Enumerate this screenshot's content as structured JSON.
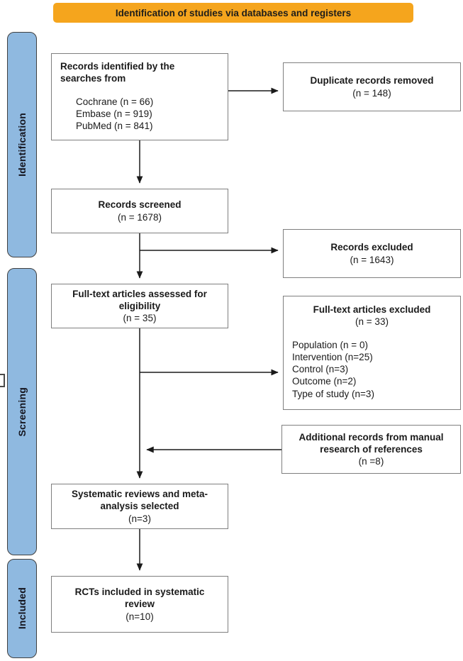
{
  "header": {
    "title": "Identification of studies via databases and registers"
  },
  "stages": {
    "identification": "Identification",
    "screening": "Screening",
    "included": "Included"
  },
  "colors": {
    "header_bg": "#F5A51D",
    "stage_bg": "#8FB9E0",
    "box_border": "#7f7f7f",
    "arrow": "#1a1a1a"
  },
  "boxes": {
    "records_identified": {
      "title": "Records identified by the searches from",
      "items": [
        "Cochrane (n = 66)",
        "Embase (n = 919)",
        "PubMed (n = 841)"
      ]
    },
    "duplicates_removed": {
      "title": "Duplicate records removed",
      "count": "(n = 148)"
    },
    "records_screened": {
      "title": "Records screened",
      "count": "(n = 1678)"
    },
    "records_excluded": {
      "title": "Records excluded",
      "count": "(n = 1643)"
    },
    "fulltext_assessed": {
      "title": "Full-text articles assessed for eligibility",
      "count": "(n = 35)"
    },
    "fulltext_excluded": {
      "title": "Full-text articles excluded",
      "count": "(n = 33)",
      "items": [
        "Population (n = 0)",
        "Intervention (n=25)",
        "Control (n=3)",
        "Outcome (n=2)",
        "Type of study (n=3)"
      ]
    },
    "additional_records": {
      "title": "Additional records from manual research of references",
      "count": "(n =8)"
    },
    "systematic_selected": {
      "title": "Systematic reviews and meta-analysis selected",
      "count": "(n=3)"
    },
    "rcts_included": {
      "title": "RCTs included in systematic review",
      "count": "(n=10)"
    }
  }
}
